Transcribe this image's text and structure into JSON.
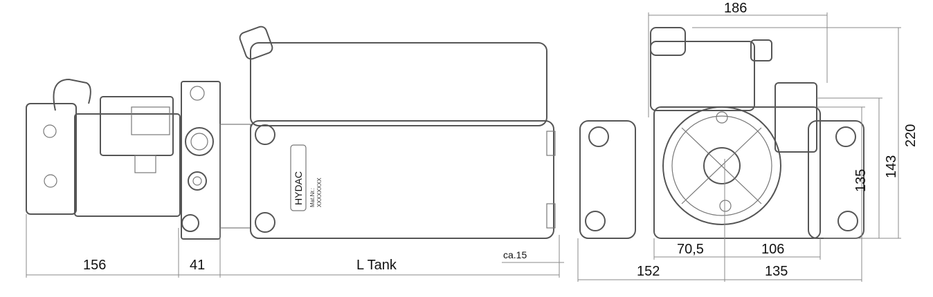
{
  "side_view": {
    "dimensions": {
      "motor": "156",
      "block": "41",
      "tank": "L Tank",
      "offset": "ca.15"
    },
    "nameplate": {
      "logo": "HYDAC",
      "material_label": "Mat.Nr.:",
      "material_value": "XXXXXXXX"
    }
  },
  "front_view": {
    "dimensions": {
      "width_top": "186",
      "height_135": "135",
      "height_143": "143",
      "height_220": "220",
      "left_70_5": "70,5",
      "right_106": "106",
      "left_152": "152",
      "right_135": "135"
    }
  }
}
